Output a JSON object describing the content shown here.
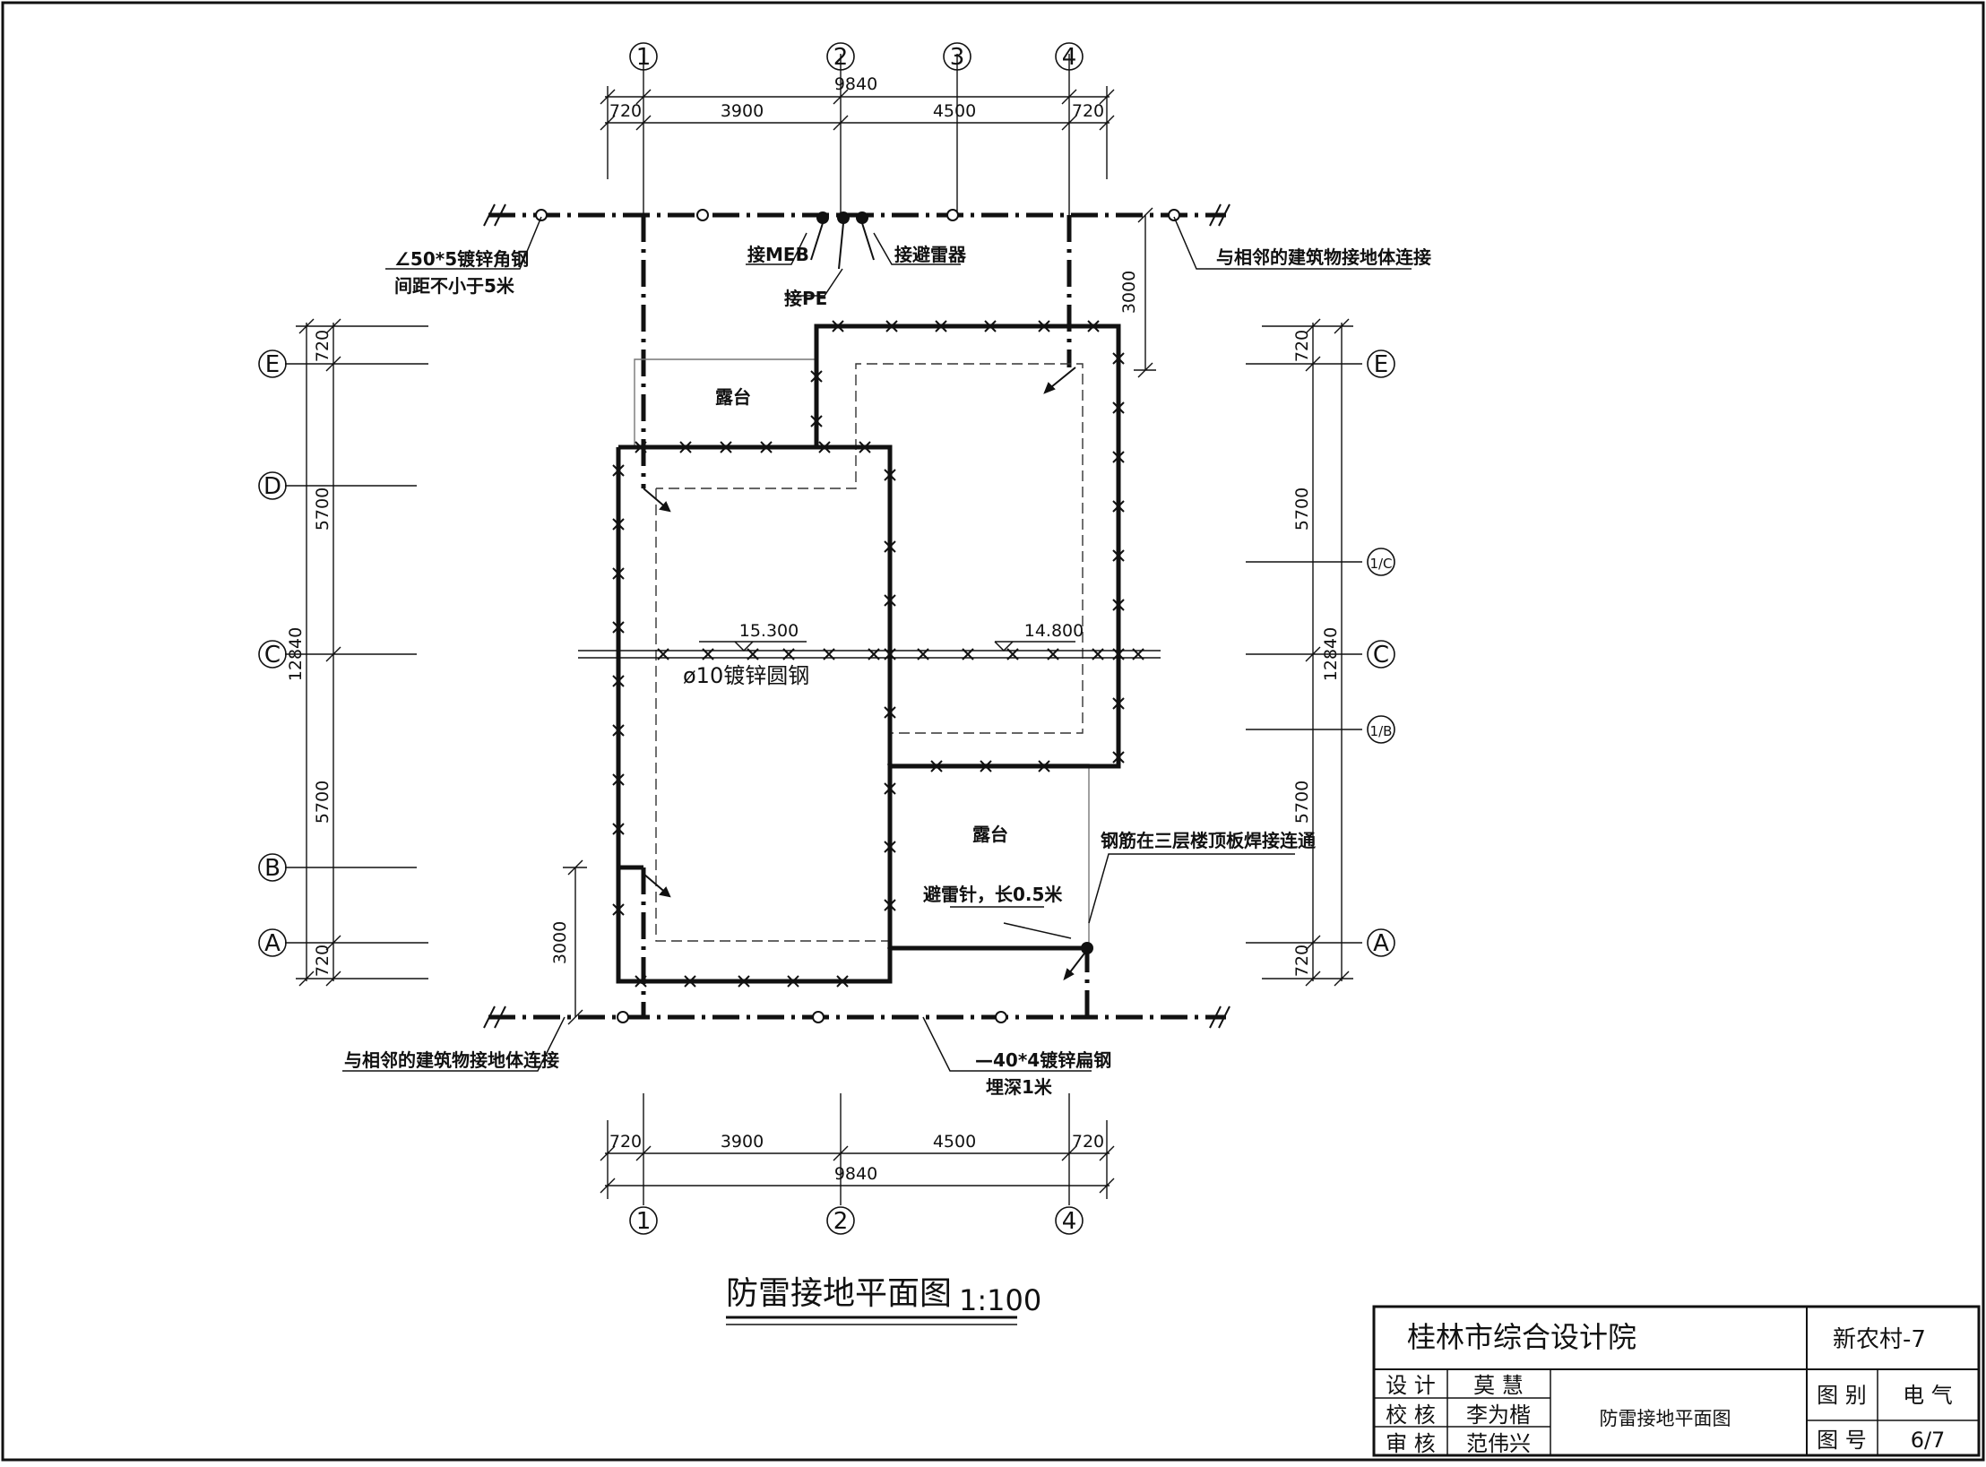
{
  "drawing": {
    "title": "防雷接地平面图",
    "scale": "1:100"
  },
  "grid_axes": {
    "top": [
      "1",
      "2",
      "3",
      "4"
    ],
    "bottom": [
      "1",
      "2",
      "4"
    ],
    "left": [
      "E",
      "D",
      "C",
      "B",
      "A"
    ],
    "right": [
      "E",
      "1/C",
      "C",
      "1/B",
      "A"
    ]
  },
  "dimensions": {
    "horizontal_total": "9840",
    "horizontal_parts": [
      "720",
      "3900",
      "4500",
      "720"
    ],
    "vertical_total": "12840",
    "vertical_parts": [
      "720",
      "5700",
      "5700",
      "720"
    ],
    "offset": "3000"
  },
  "levels": {
    "left_roof": "15.300",
    "right_roof": "14.800"
  },
  "labels": {
    "terrace": "露台",
    "angle_steel_1": "∠50*5镀锌角钢",
    "angle_steel_2": "间距不小于5米",
    "to_meb": "接MEB",
    "to_pe": "接PE",
    "to_arrester": "接避雷器",
    "adjacent_ground": "与相邻的建筑物接地体连接",
    "round_steel": "ø10镀锌圆钢",
    "rebar_weld": "钢筋在三层楼顶板焊接连通",
    "air_terminal": "避雷针，长0.5米",
    "flat_steel_1": "—40*4镀锌扁钢",
    "flat_steel_2": "埋深1米"
  },
  "title_block": {
    "institute": "桂林市综合设计院",
    "project": "新农村-7",
    "design_label": "设 计",
    "design_name": "莫 慧",
    "check_label": "校 核",
    "check_name": "李为楷",
    "review_label": "审 核",
    "review_name": "范伟兴",
    "drawing_name": "防雷接地平面图",
    "category_label": "图 别",
    "category_value": "电 气",
    "number_label": "图 号",
    "number_value": "6/7"
  }
}
